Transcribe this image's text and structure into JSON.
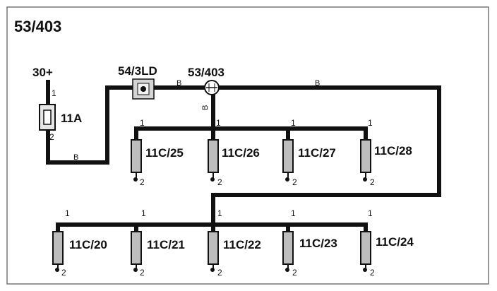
{
  "title": "53/403",
  "supply_label": "30+",
  "fuse": {
    "label": "11A",
    "pin_top": "1",
    "pin_bottom": "2"
  },
  "switch": {
    "label": "54/3LD"
  },
  "connector": {
    "label": "53/403"
  },
  "wire_color_labels": [
    "B",
    "B",
    "B",
    "B"
  ],
  "heaters_top": [
    {
      "label": "11C/25",
      "pin_top": "1",
      "pin_bottom": "2"
    },
    {
      "label": "11C/26",
      "pin_top": "1",
      "pin_bottom": "2"
    },
    {
      "label": "11C/27",
      "pin_top": "1",
      "pin_bottom": "2"
    },
    {
      "label": "11C/28",
      "pin_top": "1",
      "pin_bottom": "2"
    }
  ],
  "heaters_bottom": [
    {
      "label": "11C/20",
      "pin_top": "1",
      "pin_bottom": "2"
    },
    {
      "label": "11C/21",
      "pin_top": "1",
      "pin_bottom": "2"
    },
    {
      "label": "11C/22",
      "pin_top": "1",
      "pin_bottom": "2"
    },
    {
      "label": "11C/23",
      "pin_top": "1",
      "pin_bottom": "2"
    },
    {
      "label": "11C/24",
      "pin_top": "1",
      "pin_bottom": "2"
    }
  ]
}
